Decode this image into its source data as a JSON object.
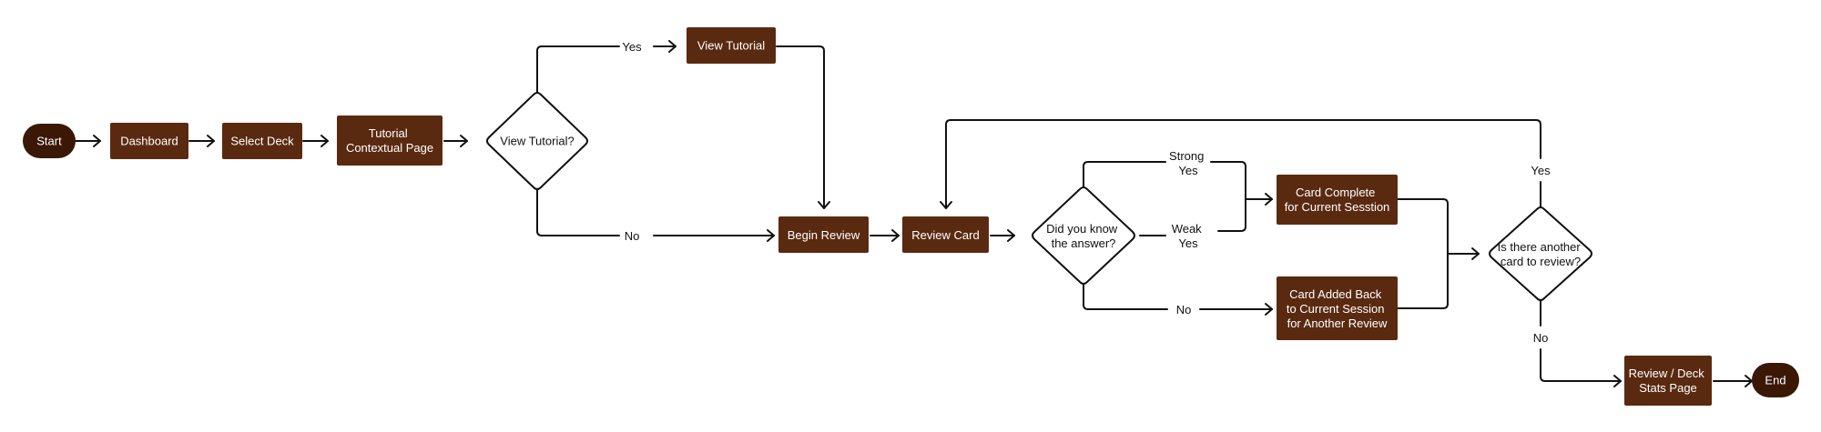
{
  "colors": {
    "process": "#5a2a10",
    "terminal": "#3a1805",
    "text_on_dark": "#ffffff",
    "line": "#111111",
    "decision_fill": "#ffffff"
  },
  "nodes": {
    "start": "Start",
    "dashboard": "Dashboard",
    "select_deck": "Select Deck",
    "tutorial_contextual": [
      "Tutorial",
      "Contextual Page"
    ],
    "view_tutorial_q": "View Tutorial?",
    "view_tutorial": "View Tutorial",
    "begin_review": "Begin Review",
    "review_card": "Review Card",
    "did_you_know": [
      "Did you know",
      "the answer?"
    ],
    "card_complete": [
      "Card Complete",
      "for Current Sesstion"
    ],
    "card_added_back": [
      "Card Added Back",
      "to Current Session",
      "for Another Review"
    ],
    "another_card_q": [
      "Is there another",
      "card to review?"
    ],
    "review_stats": [
      "Review / Deck",
      "Stats Page"
    ],
    "end": "End"
  },
  "edge_labels": {
    "tutorial_yes": "Yes",
    "tutorial_no": "No",
    "strong_yes": [
      "Strong",
      "Yes"
    ],
    "weak_yes": [
      "Weak",
      "Yes"
    ],
    "answer_no": "No",
    "another_yes": "Yes",
    "another_no": "No"
  }
}
